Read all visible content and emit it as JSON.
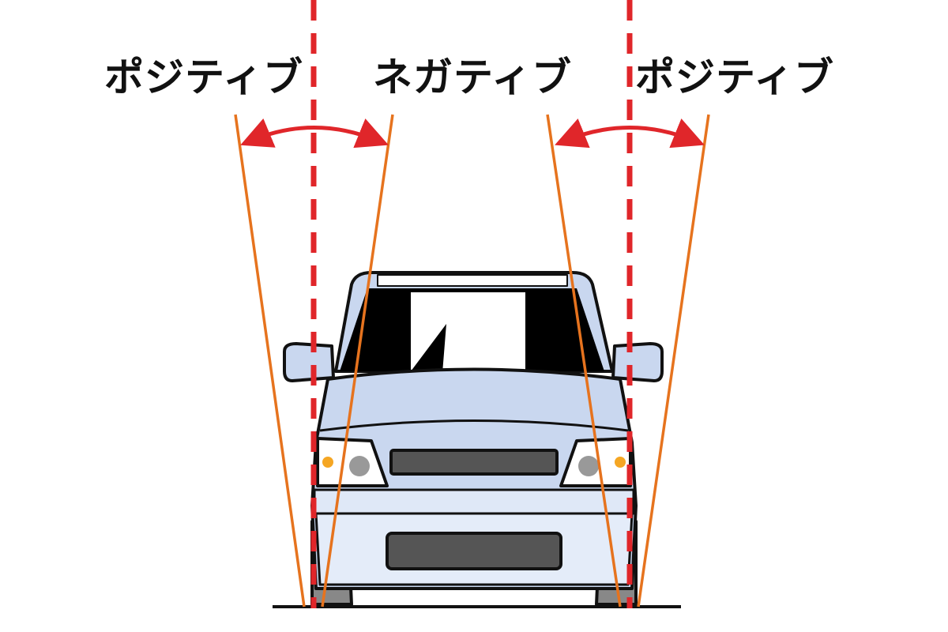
{
  "labels": {
    "left": "ポジティブ",
    "center": "ネガティブ",
    "right": "ポジティブ"
  },
  "colors": {
    "reference_line": "#e0262a",
    "camber_line": "#e6731e",
    "arrow": "#e0262a",
    "car_body": "#c9d7ef",
    "outline": "#111111"
  }
}
